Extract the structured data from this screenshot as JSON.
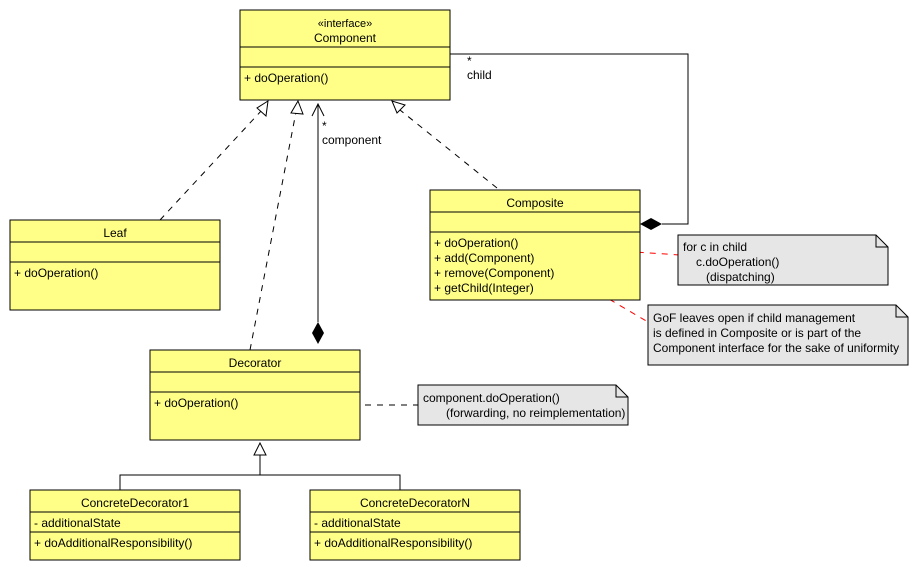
{
  "classes": {
    "component": {
      "stereotype": "«interface»",
      "name": "Component",
      "operations": [
        "+ doOperation()"
      ]
    },
    "composite": {
      "name": "Composite",
      "operations": [
        "+ doOperation()",
        "+ add(Component)",
        "+ remove(Component)",
        "+ getChild(Integer)"
      ]
    },
    "leaf": {
      "name": "Leaf",
      "operations": [
        "+ doOperation()"
      ]
    },
    "decorator": {
      "name": "Decorator",
      "operations": [
        "+ doOperation()"
      ]
    },
    "concrete_decorator_1": {
      "name": "ConcreteDecorator1",
      "attributes": [
        "- additionalState"
      ],
      "operations": [
        "+ doAdditionalResponsibility()"
      ]
    },
    "concrete_decorator_n": {
      "name": "ConcreteDecoratorN",
      "attributes": [
        "- additionalState"
      ],
      "operations": [
        "+ doAdditionalResponsibility()"
      ]
    }
  },
  "associations": {
    "child": {
      "multiplicity": "*",
      "role": "child"
    },
    "component": {
      "multiplicity": "*",
      "role": "component"
    }
  },
  "notes": {
    "dispatching": [
      "for c in child",
      "c.doOperation()",
      "(dispatching)"
    ],
    "gof": [
      "GoF leaves open if child management",
      "is defined in Composite or is part of the",
      "Component interface for the sake of uniformity"
    ],
    "forwarding": [
      "component.doOperation()",
      "(forwarding, no reimplementation)"
    ]
  },
  "colors": {
    "class_fill": "#ffff88",
    "note_fill": "#e6e6e6",
    "note_link": "#ff0000"
  }
}
